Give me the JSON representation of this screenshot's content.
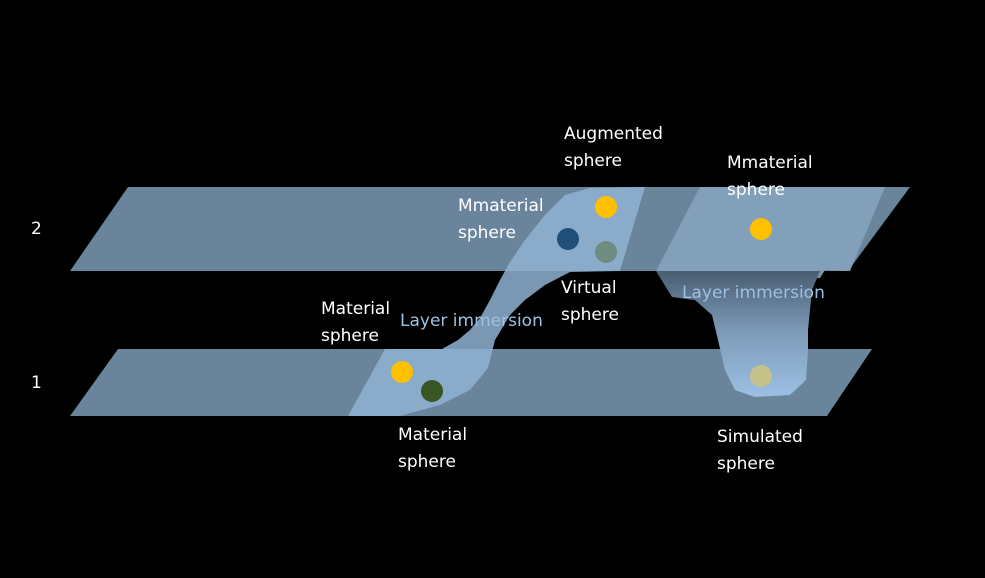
{
  "layers": {
    "top": "2",
    "bottom": "1"
  },
  "labels": {
    "augmented": "Augmented\nsphere",
    "mmaterial_left": "Mmaterial\nsphere",
    "mmaterial_right": "Mmaterial\nsphere",
    "virtual": "Virtual\nsphere",
    "material_top": "Material\nsphere",
    "material_bottom": "Material\nsphere",
    "simulated": "Simulated\nsphere"
  },
  "immersion": {
    "left": "Layer immersion",
    "right": "Layer immersion"
  },
  "colors": {
    "layer": "#6a849c",
    "immersion": "#8fb2d2",
    "yellow": "#ffc000",
    "dark_blue": "#1f4e79",
    "grey_green": "#6f8c80",
    "dark_green": "#375623",
    "khaki": "#c4c28a"
  }
}
